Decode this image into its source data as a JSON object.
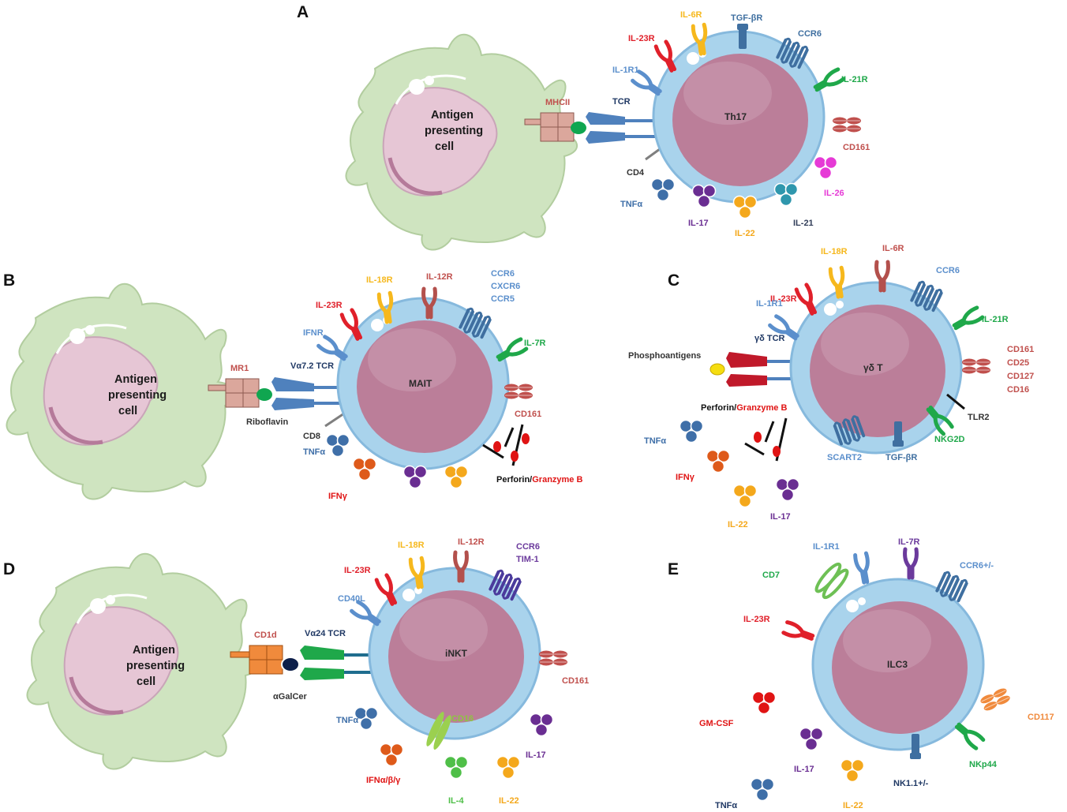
{
  "colors": {
    "apc_body": "#cfe4c0",
    "apc_outline": "#b2cd9f",
    "apc_nucleus": "#e6c6d5",
    "tcell_membrane": "#a9d3ec",
    "tcell_membrane_outline": "#86b9dd",
    "tcell_nucleus": "#bb7e99",
    "mhc": "#dba79c",
    "cd1d": "#f08a3c",
    "tcr_blue": "#4f81bd",
    "tcr_red": "#c0192a",
    "tcr_green": "#1fa84a",
    "receptor_red": "#e0202a",
    "receptor_yellow": "#f6b81d",
    "receptor_maroon": "#b3504c",
    "receptor_blue": "#5b8fcc",
    "receptor_green": "#1fa84a",
    "receptor_purple": "#6b3a9c",
    "cytokine_blue": "#3f6fa8",
    "cytokine_purple": "#6a2e92",
    "cytokine_yellow": "#f4a81c",
    "cytokine_teal": "#2f97ad",
    "cytokine_magenta": "#e63ad6",
    "cytokine_orange": "#de5a1a",
    "cytokine_red": "#e01414",
    "cytokine_green": "#4fbf48"
  },
  "panels": {
    "A": {
      "letter": "A",
      "apc_label": [
        "Antigen",
        "presenting",
        "cell"
      ],
      "center": "Th17",
      "mhc": "MHCII",
      "tcr": "TCR",
      "coreceptor": "CD4",
      "receptors": {
        "il23r": "IL-23R",
        "il6r": "IL-6R",
        "tgfbr": "TGF-βR",
        "ccr6": "CCR6",
        "il1r1": "IL-1R1",
        "il21r": "IL-21R",
        "cd161": "CD161"
      },
      "cytokines": {
        "tnfa": "TNFα",
        "il17": "IL-17",
        "il22": "IL-22",
        "il21": "IL-21",
        "il26": "IL-26"
      }
    },
    "B": {
      "letter": "B",
      "apc_label": [
        "Antigen",
        "presenting",
        "cell"
      ],
      "center": "MAIT",
      "mhc": "MR1",
      "tcr": "Vα7.2 TCR",
      "antigen": "Riboflavin",
      "coreceptor": "CD8",
      "receptors": {
        "il23r": "IL-23R",
        "il18r": "IL-18R",
        "il12r": "IL-12R",
        "ccr6": "CCR6",
        "cxcr6": "CXCR6",
        "ccr5": "CCR5",
        "ifnr": "IFNR",
        "il7r": "IL-7R",
        "cd161": "CD161"
      },
      "cytokines": {
        "tnfa": "TNFα",
        "ifng": "IFNγ"
      },
      "perforin": "Perforin/",
      "granzyme": "Granzyme B"
    },
    "C": {
      "letter": "C",
      "center": "γδ T",
      "tcr": "γδ TCR",
      "antigen": "Phosphoantigens",
      "receptors": {
        "il18r": "IL-18R",
        "il6r": "IL-6R",
        "il23r": "IL-23R",
        "ccr6": "CCR6",
        "il1r1": "IL-1R1",
        "il21r": "IL-21R",
        "markers": [
          "CD161",
          "CD25",
          "CD127",
          "CD16"
        ],
        "tlr2": "TLR2",
        "nkg2d": "NKG2D",
        "scart2": "SCART2",
        "tgfbr": "TGF-βR"
      },
      "cytokines": {
        "tnfa": "TNFα",
        "ifng": "IFNγ",
        "il22": "IL-22",
        "il17": "IL-17"
      },
      "perforin": "Perforin/",
      "granzyme": "Granzyme B"
    },
    "D": {
      "letter": "D",
      "apc_label": [
        "Antigen",
        "presenting",
        "cell"
      ],
      "center": "iNKT",
      "mhc": "CD1d",
      "tcr": "Vα24 TCR",
      "antigen": "αGalCer",
      "receptors": {
        "il18r": "IL-18R",
        "il12r": "IL-12R",
        "ccr6": "CCR6",
        "tim1": "TIM-1",
        "il23r": "IL-23R",
        "cd40l": "CD40L",
        "cd161": "CD161",
        "cd16": "CD16"
      },
      "cytokines": {
        "tnfa": "TNFα",
        "ifnabg": "IFNα/β/γ",
        "il4": "IL-4",
        "il22": "IL-22",
        "il17": "IL-17"
      }
    },
    "E": {
      "letter": "E",
      "center": "ILC3",
      "receptors": {
        "il1r1": "IL-1R1",
        "il7r": "IL-7R",
        "cd7": "CD7",
        "ccr6": "CCR6+/-",
        "il23r": "IL-23R",
        "cd117": "CD117",
        "nkp44": "NKp44",
        "nk11": "NK1.1+/-"
      },
      "cytokines": {
        "gmcsf": "GM-CSF",
        "il17": "IL-17",
        "il22": "IL-22",
        "tnfa": "TNFα"
      }
    }
  }
}
